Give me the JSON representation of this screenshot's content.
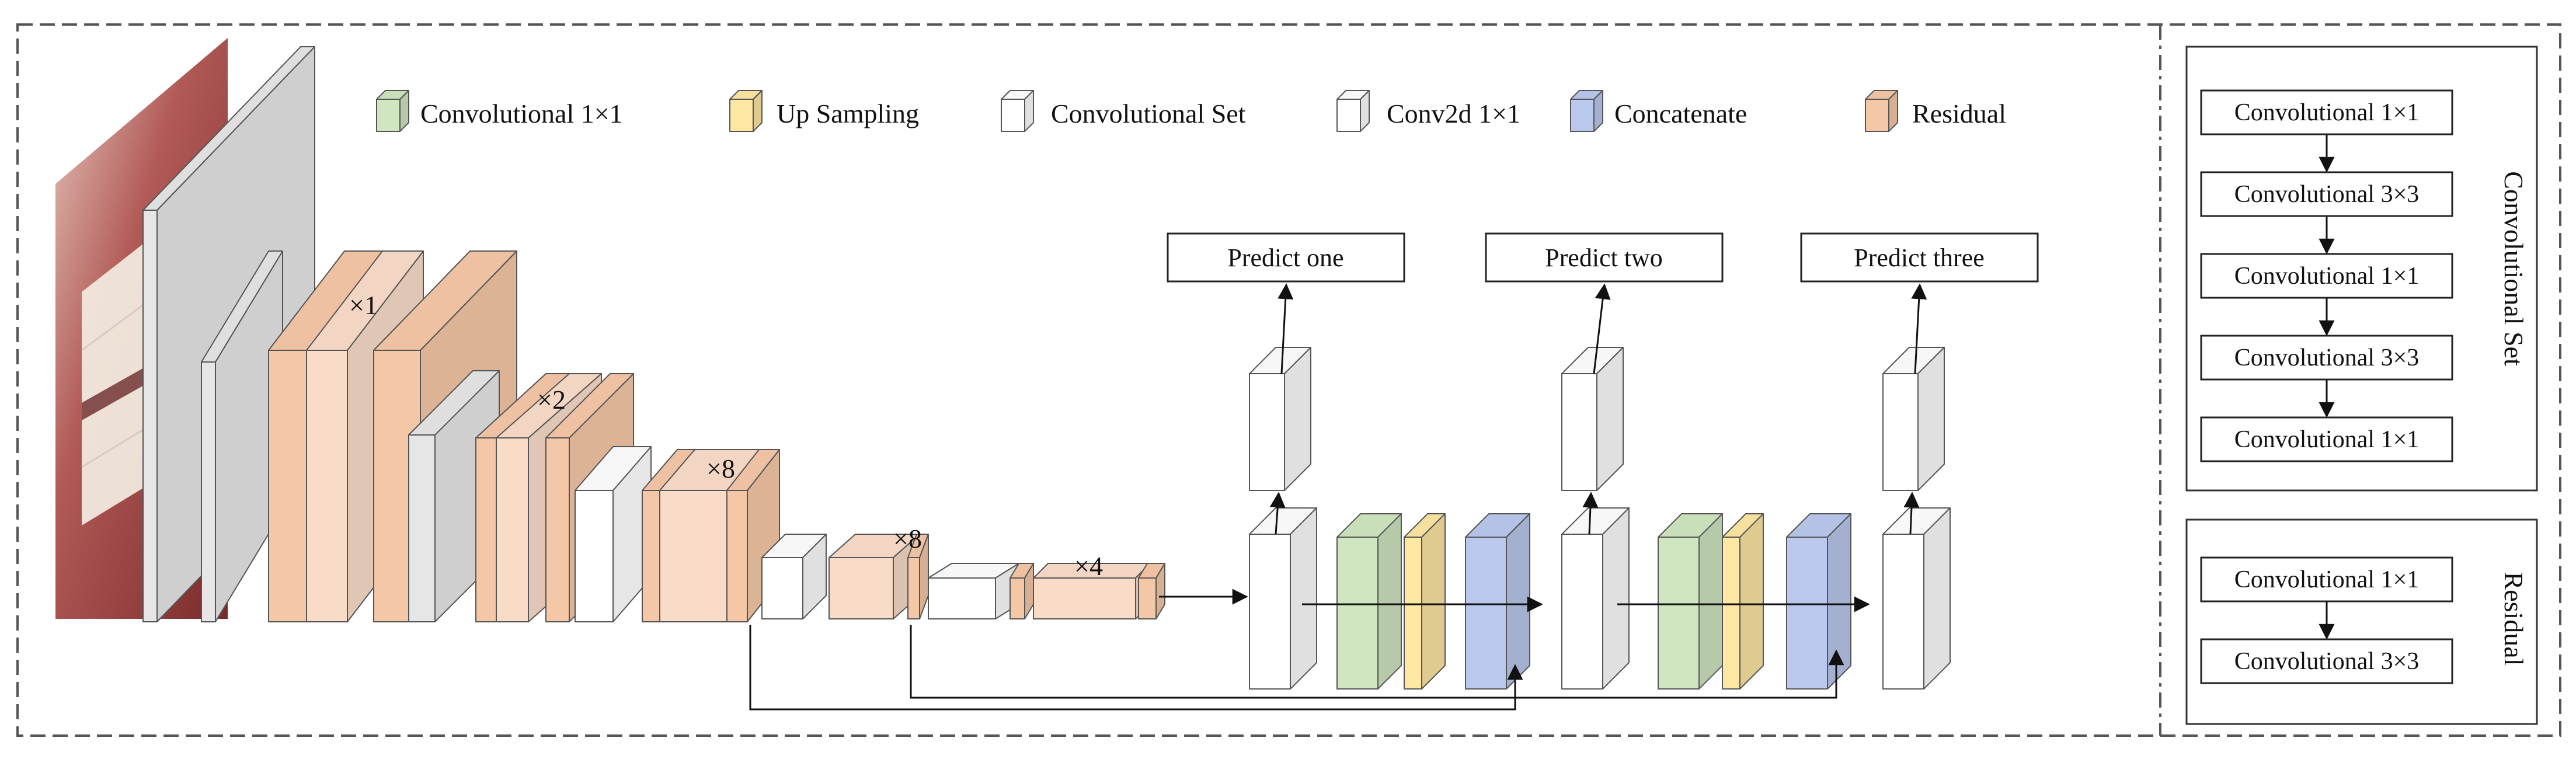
{
  "legend": {
    "conv1x1": "Convolutional 1×1",
    "upsampling": "Up Sampling",
    "convset": "Convolutional Set",
    "conv2d": "Conv2d 1×1",
    "concat": "Concatenate",
    "residual": "Residual"
  },
  "multipliers": {
    "m1": "×1",
    "m2": "×2",
    "m3": "×8",
    "m4": "×8",
    "m5": "×4"
  },
  "predict": {
    "one": "Predict one",
    "two": "Predict two",
    "three": "Predict three"
  },
  "convset_panel": {
    "title": "Convolutional Set",
    "items": [
      "Convolutional  1×1",
      "Convolutional  3×3",
      "Convolutional  1×1",
      "Convolutional  3×3",
      "Convolutional  1×1"
    ]
  },
  "residual_panel": {
    "title": "Residual",
    "items": [
      "Convolutional  1×1",
      "Convolutional  3×3"
    ]
  },
  "colors": {
    "conv1x1": "#cfe6c0",
    "upsampling": "#fde7a3",
    "convset": "#ffffff",
    "concat": "#b9c8ec",
    "residual": "#f4c7a6",
    "gray_block": "#e6e6e6",
    "outline": "#555555"
  }
}
